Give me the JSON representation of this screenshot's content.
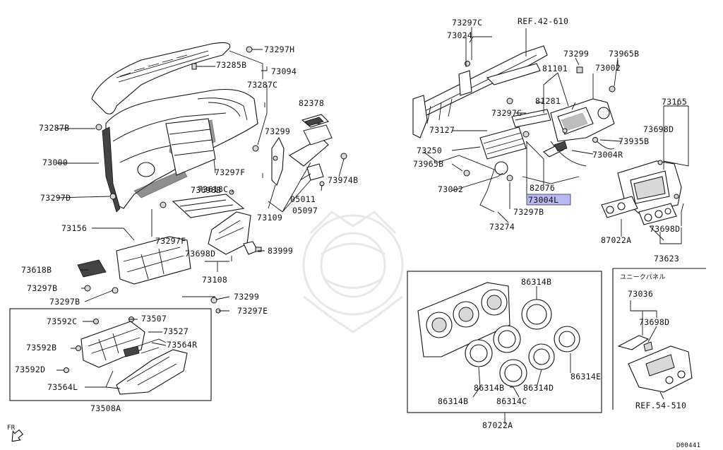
{
  "diagram": {
    "highlight_color": "#b9b9f2",
    "part_labels": [
      "73297C",
      "REF.42-610",
      "73024",
      "73299",
      "73965B",
      "81101",
      "73002",
      "81281",
      "73297G",
      "73127",
      "73165",
      "73698D",
      "73935B",
      "73004R",
      "73250",
      "73965B",
      "82076",
      "73002",
      "73004L",
      "73297B",
      "73274",
      "87022A",
      "73698D",
      "73623",
      "73297H",
      "73285B",
      "73094",
      "73287C",
      "73287B",
      "82378",
      "73000",
      "73299",
      "73297F",
      "73974B",
      "73618C",
      "73698B",
      "05011",
      "73297D",
      "05097",
      "73109",
      "73156",
      "73297F",
      "73698D",
      "83999",
      "73618B",
      "73108",
      "73297B",
      "73297B",
      "73299",
      "73297E",
      "73592C",
      "73507",
      "73527",
      "73592B",
      "73564R",
      "73592D",
      "73564L",
      "73508A",
      "86314B",
      "86314E",
      "86314B",
      "86314D",
      "86314B",
      "86314C",
      "87022A",
      "73036",
      "73698D",
      "REF.54-510"
    ],
    "highlighted_label": "73004L",
    "inset_title": "ユニークパネル",
    "direction_label": "FR",
    "figure_code": "D00441"
  }
}
